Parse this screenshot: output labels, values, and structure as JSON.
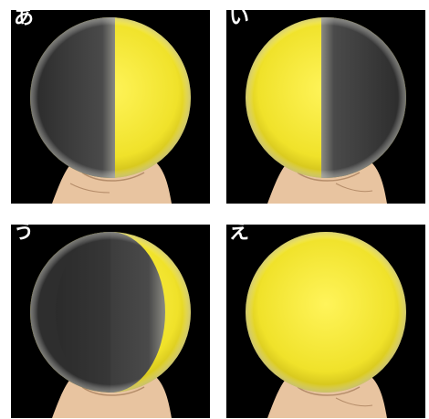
{
  "panels": [
    {
      "label": "あ",
      "phase": "right-half-lit"
    },
    {
      "label": "い",
      "phase": "left-half-lit"
    },
    {
      "label": "う",
      "phase": "right-crescent-lit"
    },
    {
      "label": "え",
      "phase": "fully-lit"
    }
  ],
  "colors": {
    "background": "#000000",
    "lit": "#f5e830",
    "dark": "#3a3a3a",
    "hand": "#e8c4a0"
  }
}
